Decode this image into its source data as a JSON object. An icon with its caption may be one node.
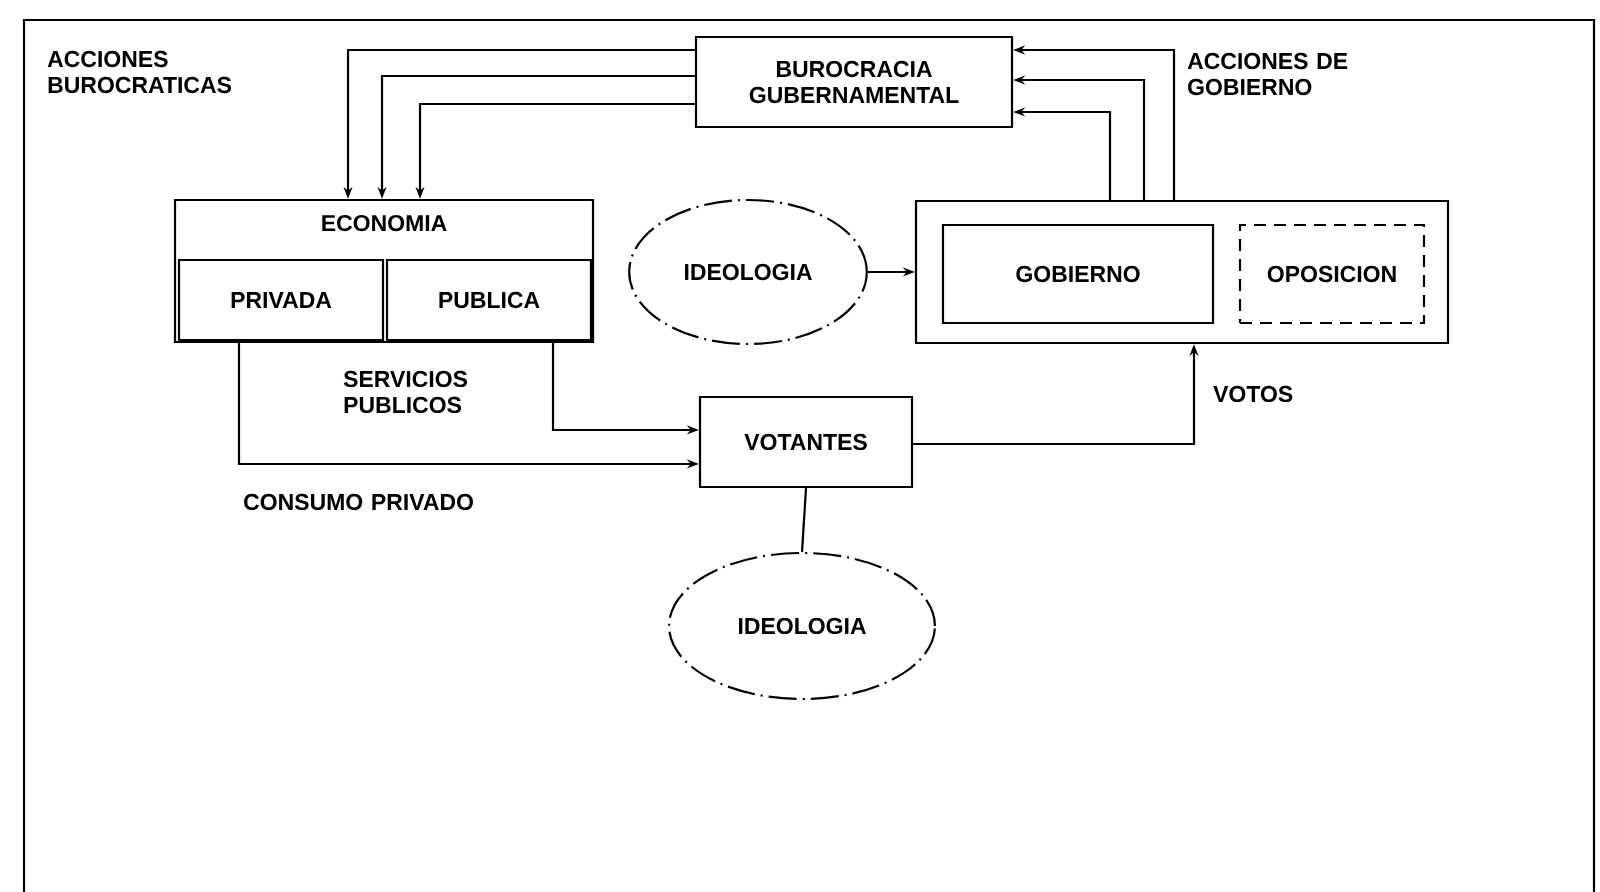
{
  "diagram": {
    "nodes": [
      {
        "text": [
          "BUROCRACIA GUBERNAMENTAL"
        ]
      },
      {
        "text": [
          "ECONOMIA"
        ]
      },
      {
        "text": [
          "PRIVADA"
        ],
        "in": 1
      },
      {
        "text": [
          "PUBLICA"
        ],
        "in": 1
      },
      {
        "text": [
          "IDEOLOGIA"
        ]
      },
      {
        "text": [],
        "shape": "box"
      },
      {
        "text": [
          "GOBIERNO"
        ],
        "in": 5
      },
      {
        "text": [
          "OPOSICION"
        ],
        "in": 5
      },
      {
        "text": [
          "VOTANTES"
        ]
      },
      {
        "text": [
          "IDEOLOGIA"
        ]
      }
    ],
    "edges": [
      {
        "from": 0,
        "to": 1,
        "arrow": "to"
      },
      {
        "from": 0,
        "to": 1,
        "arrow": "to"
      },
      {
        "from": 0,
        "to": 1,
        "arrow": "to"
      },
      {
        "from": 5,
        "to": 0,
        "arrow": "to"
      },
      {
        "from": 5,
        "to": 0,
        "arrow": "to"
      },
      {
        "from": 5,
        "to": 0,
        "arrow": "to"
      },
      {
        "from": 4,
        "to": 5,
        "arrow": "to"
      },
      {
        "from": 3,
        "to": 8,
        "arrow": "to",
        "label": "SERVICIOS PUBLICOS"
      },
      {
        "from": 2,
        "to": 8,
        "arrow": "to",
        "label": "CONSUMO PRIVADO"
      },
      {
        "from": 8,
        "to": 5,
        "arrow": "to",
        "label": "VOTOS"
      },
      {
        "from": 8,
        "to": 9,
        "arrow": "none"
      }
    ],
    "labels": [
      "ACCIONES BUROCRATICAS",
      "ACCIONES DE GOBIERNO"
    ]
  }
}
